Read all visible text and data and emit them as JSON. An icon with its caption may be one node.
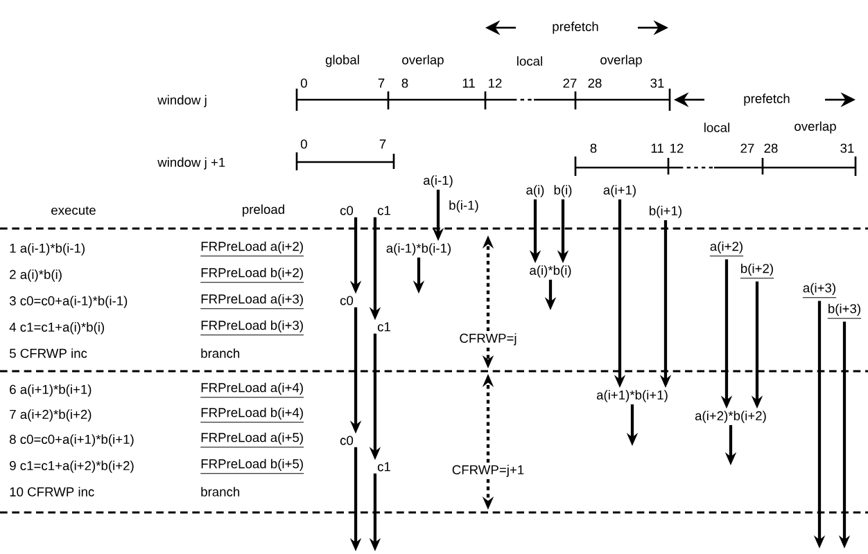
{
  "diagram": {
    "nodes": [
      {
        "text": [
          "c0"
        ]
      },
      {
        "text": [
          "c1"
        ]
      },
      {
        "text": [
          "c0"
        ]
      },
      {
        "text": [
          "c1"
        ]
      },
      {
        "text": [
          "c0"
        ]
      },
      {
        "text": [
          "c1"
        ]
      },
      {
        "text": [
          "a(i-1)"
        ]
      },
      {
        "text": [
          "a(i-1)*b(i-1)"
        ]
      },
      {
        "text": [
          "CFRWP=j"
        ]
      },
      {
        "text": [
          "a(i)"
        ]
      },
      {
        "text": [
          "b(i)"
        ]
      },
      {
        "text": [
          "a(i)*b(i)"
        ]
      },
      {
        "text": [
          "a(i+1)"
        ]
      },
      {
        "text": [
          "b(i+1)"
        ]
      },
      {
        "text": [
          "a(i+1)*b(i+1)"
        ]
      },
      {
        "text": [
          "a(i+2)"
        ]
      },
      {
        "text": [
          "b(i+2)"
        ]
      },
      {
        "text": [
          "a(i+2)*b(i+2)"
        ]
      },
      {
        "text": [
          "a(i+3)"
        ]
      },
      {
        "text": [
          "b(i+3)"
        ]
      },
      {
        "text": [
          "CFRWP=j+1"
        ]
      }
    ],
    "edges": [
      {
        "from": 0,
        "to": 2,
        "arrow": "to"
      },
      {
        "from": 2,
        "to": 4,
        "arrow": "to"
      },
      {
        "from": 4,
        "to": null,
        "arrow": "to"
      },
      {
        "from": 1,
        "to": 3,
        "arrow": "to"
      },
      {
        "from": 3,
        "to": 5,
        "arrow": "to"
      },
      {
        "from": 5,
        "to": null,
        "arrow": "to"
      },
      {
        "from": 6,
        "to": 7,
        "arrow": "to"
      },
      {
        "from": 7,
        "to": null,
        "arrow": "to"
      },
      {
        "from": 8,
        "to": null,
        "arrow": "to",
        "style": "dashed"
      },
      {
        "from": 8,
        "to": null,
        "arrow": "to",
        "style": "dashed"
      },
      {
        "from": 9,
        "to": 11,
        "arrow": "to"
      },
      {
        "from": 10,
        "to": 11,
        "arrow": "to"
      },
      {
        "from": 11,
        "to": null,
        "arrow": "to"
      },
      {
        "from": 12,
        "to": 14,
        "arrow": "to"
      },
      {
        "from": 13,
        "to": 14,
        "arrow": "to"
      },
      {
        "from": 14,
        "to": null,
        "arrow": "to"
      },
      {
        "from": 15,
        "to": 17,
        "arrow": "to"
      },
      {
        "from": 16,
        "to": 17,
        "arrow": "to"
      },
      {
        "from": 17,
        "to": null,
        "arrow": "to"
      },
      {
        "from": 18,
        "to": null,
        "arrow": "to"
      },
      {
        "from": 19,
        "to": null,
        "arrow": "to"
      },
      {
        "from": 20,
        "to": null,
        "arrow": "to",
        "style": "dashed"
      },
      {
        "from": 20,
        "to": null,
        "arrow": "to",
        "style": "dashed"
      }
    ],
    "labels": [
      "prefetch",
      "global",
      "overlap",
      "local",
      "overlap",
      "window j",
      "0",
      "7",
      "8",
      "11",
      "12",
      "27",
      "28",
      "31",
      "prefetch",
      "local",
      "overlap",
      "window j +1",
      "0",
      "7",
      "8",
      "11",
      "12",
      "27",
      "28",
      "31",
      "b(i-1)",
      "execute",
      "preload",
      "1 a(i-1)*b(i-1)",
      "FRPreLoad a(i+2)",
      "2 a(i)*b(i)",
      "FRPreLoad b(i+2)",
      "3 c0=c0+a(i-1)*b(i-1)",
      "FRPreLoad a(i+3)",
      "4 c1=c1+a(i)*b(i)",
      "FRPreLoad b(i+3)",
      "5 CFRWP inc",
      "branch",
      "6 a(i+1)*b(i+1)",
      "FRPreLoad a(i+4)",
      "7 a(i+2)*b(i+2)",
      "FRPreLoad b(i+4)",
      "8 c0=c0+a(i+1)*b(i+1)",
      "FRPreLoad a(i+5)",
      "9 c1=c1+a(i+2)*b(i+2)",
      "FRPreLoad b(i+5)",
      "10 CFRWP inc",
      "branch"
    ]
  }
}
